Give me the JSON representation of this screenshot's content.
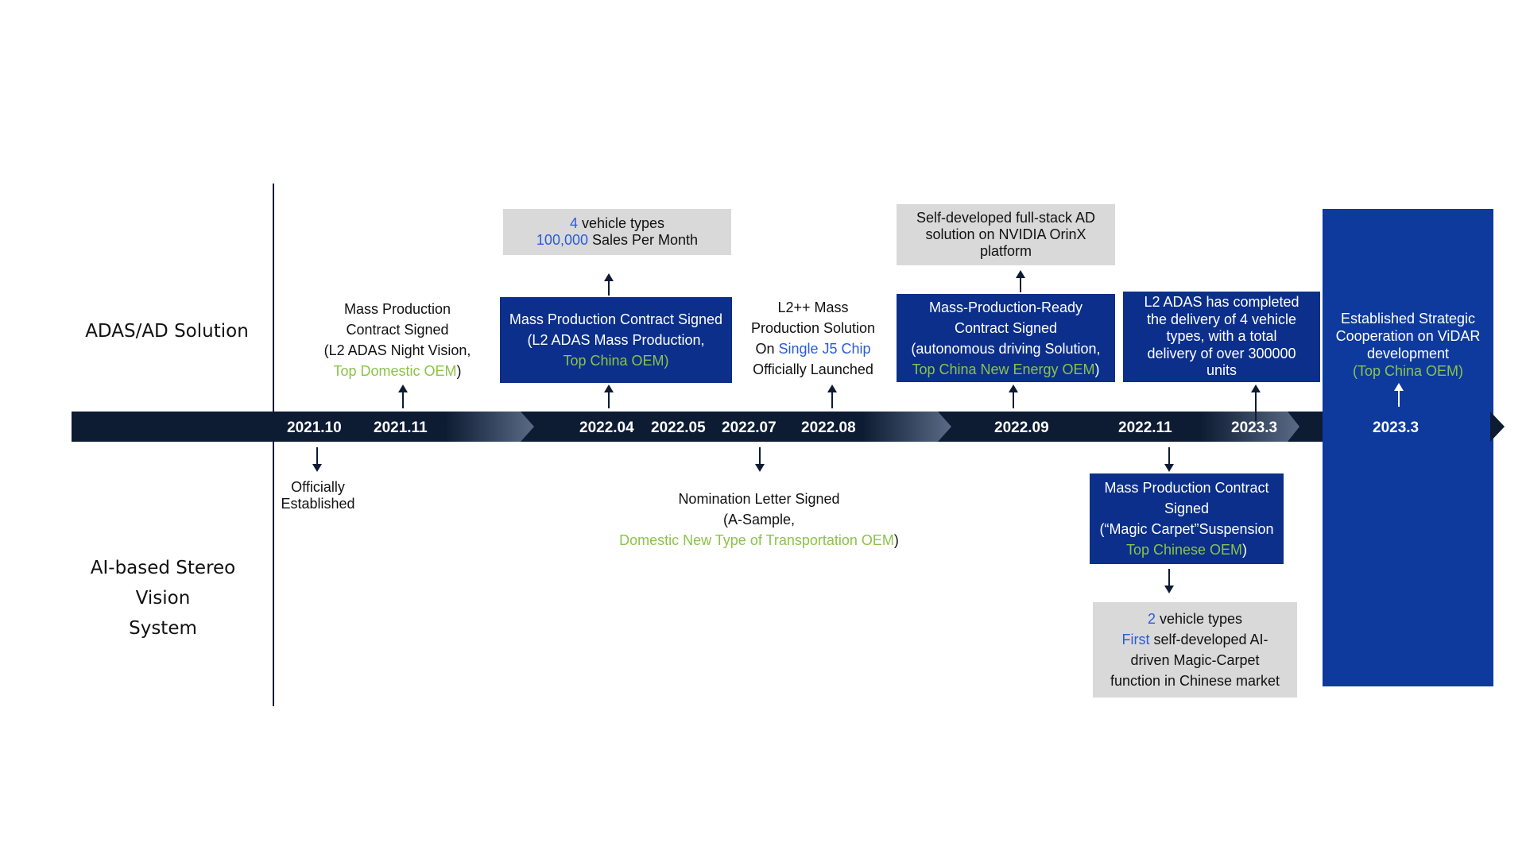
{
  "rows": {
    "adas": "ADAS/AD Solution",
    "stereo_line1": "AI-based Stereo Vision",
    "stereo_line2": "System"
  },
  "dates": {
    "d1": "2021.10",
    "d2": "2021.11",
    "d3": "2022.04",
    "d4": "2022.05",
    "d5": "2022.07",
    "d6": "2022.08",
    "d7": "2022.09",
    "d8": "2022.11",
    "d9": "2023.3",
    "d10": "2023.3"
  },
  "adas": {
    "e2021_11": {
      "l1": "Mass Production",
      "l2": "Contract Signed",
      "l3": "(L2 ADAS Night Vision,",
      "green": "Top Domestic OEM",
      "close": ")"
    },
    "e2022_04_top": {
      "num": "4",
      "l1": " vehicle types",
      "num2": "100,000",
      "l2": " Sales Per Month"
    },
    "e2022_04": {
      "l1": "Mass Production Contract Signed",
      "l2": "(L2 ADAS Mass Production,",
      "green": "Top China OEM)"
    },
    "e2022_08": {
      "l1": "L2++ Mass",
      "l2": "Production Solution",
      "l3a": "On ",
      "l3b": "Single J5 Chip",
      "l4": "Officially Launched"
    },
    "e2022_09_top": {
      "l1": "Self-developed full-stack AD",
      "l2": "solution on NVIDIA OrinX",
      "l3": "platform"
    },
    "e2022_09": {
      "l1": "Mass-Production-Ready",
      "l2": "Contract Signed",
      "l3": "(autonomous driving Solution,",
      "green": "Top China New Energy OEM",
      "close": ")"
    },
    "e2023_3": {
      "l1": "L2 ADAS has completed",
      "l2": "the delivery of 4 vehicle",
      "l3": "types, with a total",
      "l4": "delivery of over 300000",
      "l5": "units"
    },
    "e2023_3b": {
      "l1": "Established Strategic",
      "l2": "Cooperation on ViDAR",
      "l3": "development",
      "green": "(Top China OEM)"
    }
  },
  "stereo": {
    "e2021_10": {
      "l1": "Officially",
      "l2": "Established"
    },
    "e2022_07": {
      "l1": "Nomination Letter Signed",
      "l2": "(A-Sample,",
      "green": "Domestic New Type of Transportation OEM",
      "close": ")"
    },
    "e2022_11": {
      "l1": "Mass Production Contract",
      "l2": "Signed",
      "l3": "(“Magic Carpet”Suspension",
      "green": "Top Chinese OEM",
      "close": ")"
    },
    "e2022_11_bottom": {
      "num": "2",
      "l1": " vehicle types",
      "first": "First",
      "l2": " self-developed AI-",
      "l3": "driven Magic-Carpet",
      "l4": "function in Chinese market"
    }
  },
  "colors": {
    "timeline": "#0d1b33",
    "box_blue": "#0b2f8a",
    "box_gray": "#d9d9d9",
    "green": "#8bc34a",
    "highlight_blue": "#2a5bd7",
    "panel": "#0e3a9e"
  }
}
